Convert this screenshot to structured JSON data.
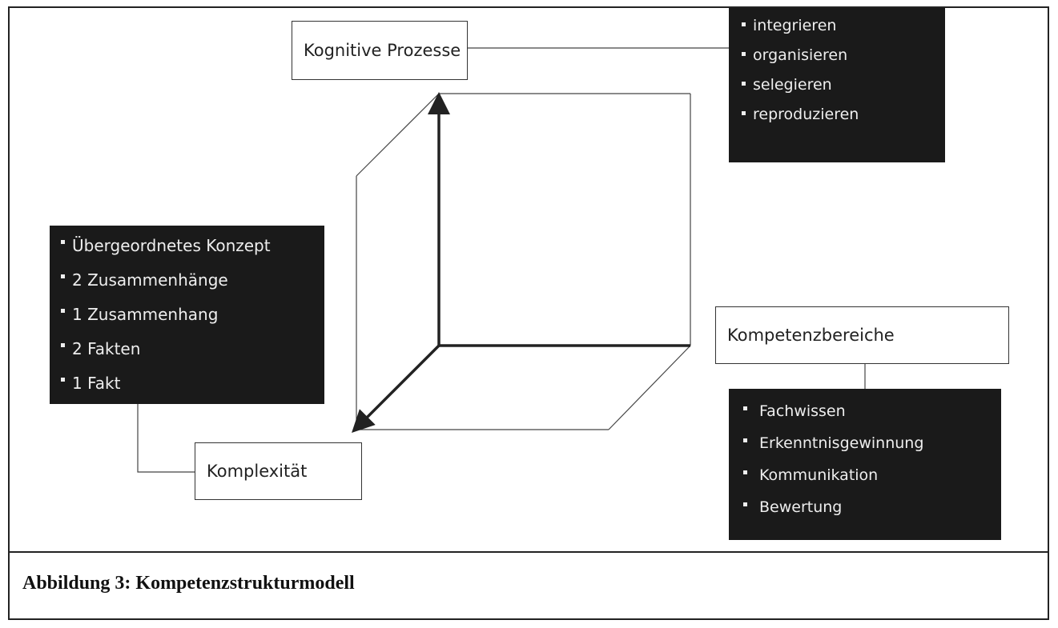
{
  "caption": "Abbildung 3: Kompetenzstrukturmodell",
  "axes": {
    "cognitive": {
      "label": "Kognitive Prozesse",
      "items": [
        "integrieren",
        "organisieren",
        "selegieren",
        "reproduzieren"
      ]
    },
    "complexity": {
      "label": "Komplexität",
      "items": [
        "Übergeordnetes  Konzept",
        "2 Zusammenhänge",
        "1 Zusammenhang",
        "2 Fakten",
        "1 Fakt"
      ]
    },
    "competence": {
      "label": "Kompetenzbereiche",
      "items": [
        "Fachwissen",
        "Erkenntnisgewinnung",
        "Kommunikation",
        "Bewertung"
      ]
    }
  }
}
